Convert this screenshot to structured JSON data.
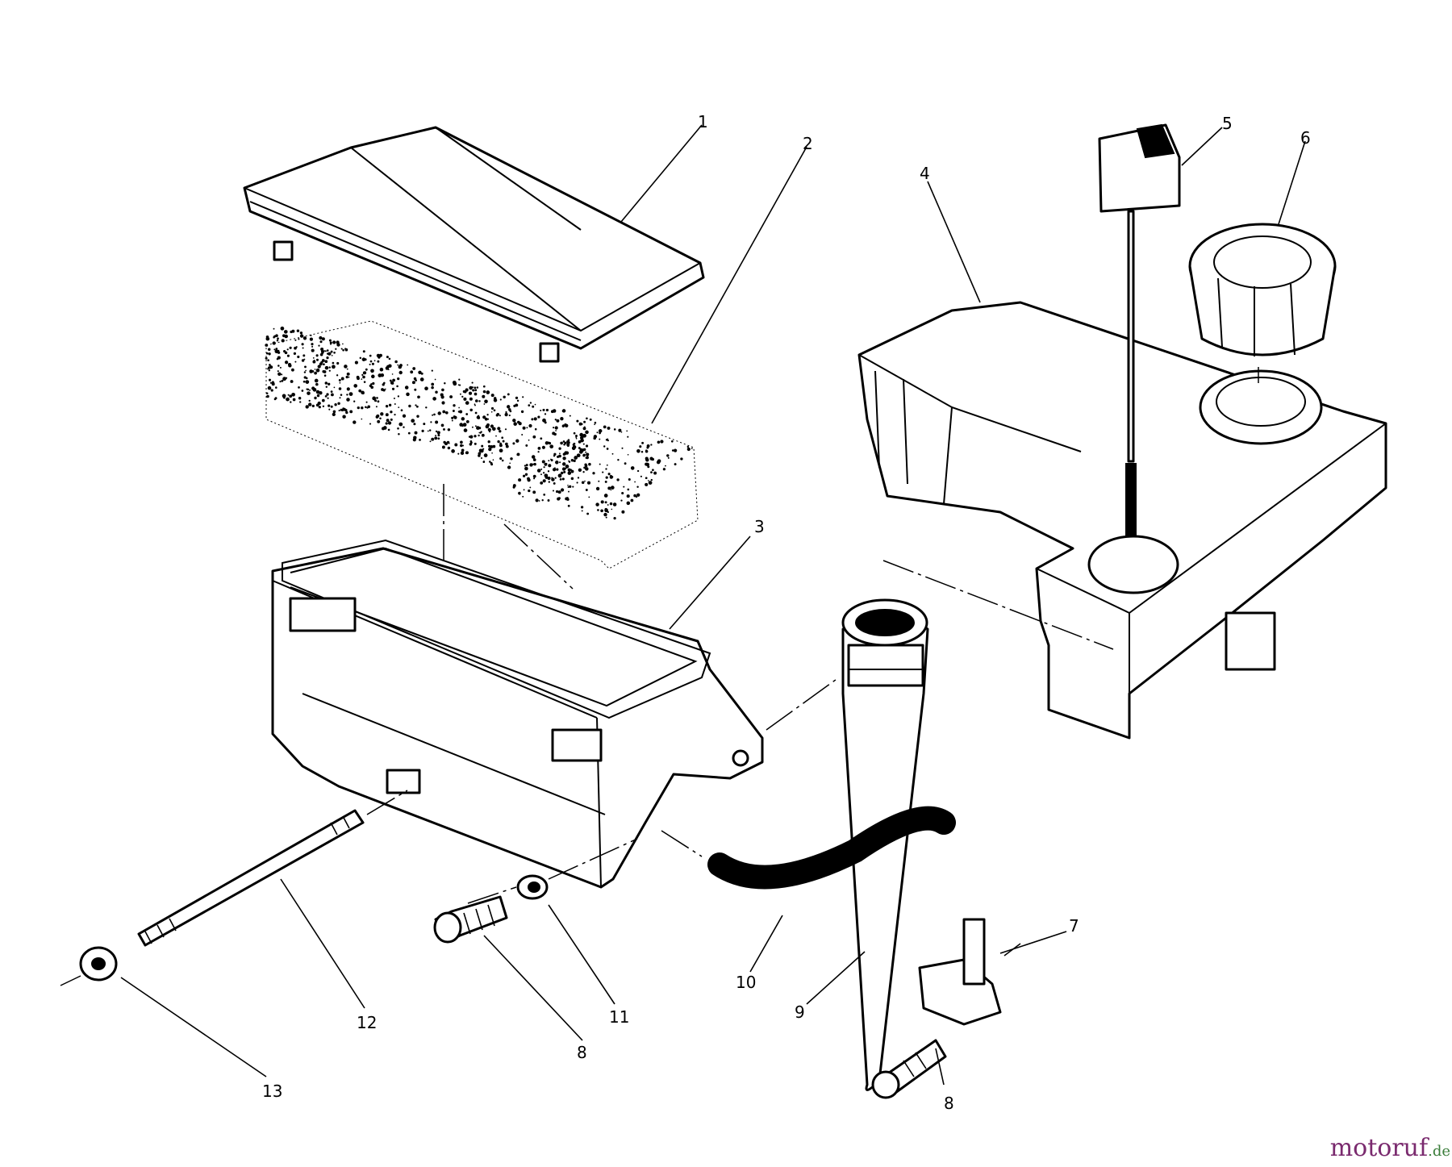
{
  "parts": [
    {
      "id": "callout-1",
      "label": "1"
    },
    {
      "id": "callout-2",
      "label": "2"
    },
    {
      "id": "callout-3",
      "label": "3"
    },
    {
      "id": "callout-4",
      "label": "4"
    },
    {
      "id": "callout-5",
      "label": "5"
    },
    {
      "id": "callout-6",
      "label": "6"
    },
    {
      "id": "callout-7",
      "label": "7"
    },
    {
      "id": "callout-8a",
      "label": "8"
    },
    {
      "id": "callout-8b",
      "label": "8"
    },
    {
      "id": "callout-9",
      "label": "9"
    },
    {
      "id": "callout-10",
      "label": "10"
    },
    {
      "id": "callout-11",
      "label": "11"
    },
    {
      "id": "callout-12",
      "label": "12"
    },
    {
      "id": "callout-13",
      "label": "13"
    }
  ],
  "watermark": {
    "brand": "motoruf",
    "suffix": ".de"
  },
  "colors": {
    "ink": "#000000",
    "paper": "#ffffff",
    "watermark_brand": "#7a2a6e",
    "watermark_suffix": "#3a7d3a"
  }
}
